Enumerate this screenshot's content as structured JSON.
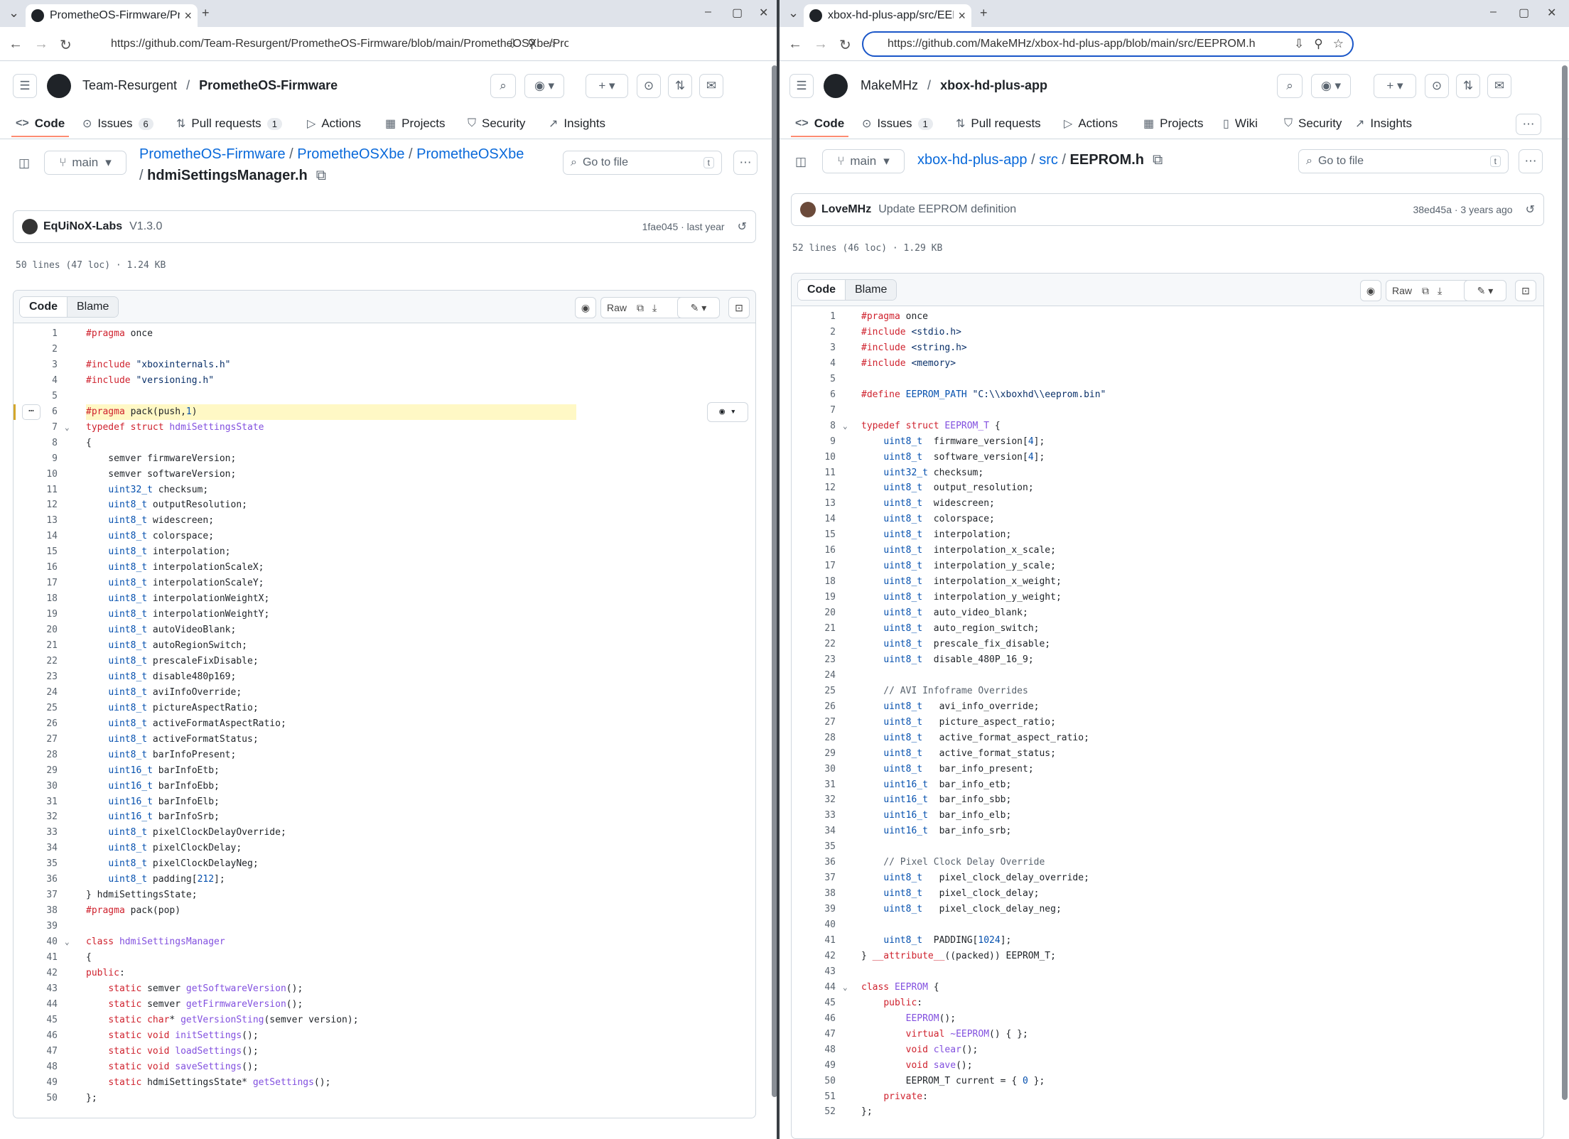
{
  "left": {
    "tab_title": "PrometheOS-Firmware/PrometheOSXbe/PrometheOSXbe/hdmiSettingsManager.h",
    "url": "https://github.com/Team-Resurgent/PrometheOS-Firmware/blob/main/PrometheOSXbe/PrometheOSXbe/hdmiSettingsManager.h",
    "owner": "Team-Resurgent",
    "repo": "PrometheOS-Firmware",
    "tabs": [
      {
        "label": "Code",
        "count": ""
      },
      {
        "label": "Issues",
        "count": "6"
      },
      {
        "label": "Pull requests",
        "count": "1"
      },
      {
        "label": "Actions",
        "count": ""
      },
      {
        "label": "Projects",
        "count": ""
      },
      {
        "label": "Security",
        "count": ""
      },
      {
        "label": "Insights",
        "count": ""
      }
    ],
    "branch": "main",
    "path": [
      "PrometheOS-Firmware",
      "PrometheOSXbe",
      "PrometheOSXbe"
    ],
    "filename": "hdmiSettingsManager.h",
    "goto_placeholder": "Go to file",
    "goto_key": "t",
    "commit_author": "EqUiNoX-Labs",
    "commit_msg": "V1.3.0",
    "commit_meta": "1fae045 · last year",
    "file_meta": "50 lines (47 loc) · 1.24 KB",
    "view_code": "Code",
    "view_blame": "Blame",
    "raw": "Raw",
    "lines": [
      "#pragma once",
      "",
      "#include \"xboxinternals.h\"",
      "#include \"versioning.h\"",
      "",
      "#pragma pack(push,1)",
      "typedef struct hdmiSettingsState",
      "{",
      "    semver firmwareVersion;",
      "    semver softwareVersion;",
      "    uint32_t checksum;",
      "    uint8_t outputResolution;",
      "    uint8_t widescreen;",
      "    uint8_t colorspace;",
      "    uint8_t interpolation;",
      "    uint8_t interpolationScaleX;",
      "    uint8_t interpolationScaleY;",
      "    uint8_t interpolationWeightX;",
      "    uint8_t interpolationWeightY;",
      "    uint8_t autoVideoBlank;",
      "    uint8_t autoRegionSwitch;",
      "    uint8_t prescaleFixDisable;",
      "    uint8_t disable480p169;",
      "    uint8_t aviInfoOverride;",
      "    uint8_t pictureAspectRatio;",
      "    uint8_t activeFormatAspectRatio;",
      "    uint8_t activeFormatStatus;",
      "    uint8_t barInfoPresent;",
      "    uint16_t barInfoEtb;",
      "    uint16_t barInfoEbb;",
      "    uint16_t barInfoElb;",
      "    uint16_t barInfoSrb;",
      "    uint8_t pixelClockDelayOverride;",
      "    uint8_t pixelClockDelay;",
      "    uint8_t pixelClockDelayNeg;",
      "    uint8_t padding[212];",
      "} hdmiSettingsState;",
      "#pragma pack(pop)",
      "",
      "class hdmiSettingsManager",
      "{",
      "public:",
      "    static semver getSoftwareVersion();",
      "    static semver getFirmwareVersion();",
      "    static char* getVersionSting(semver version);",
      "    static void initSettings();",
      "    static void loadSettings();",
      "    static void saveSettings();",
      "    static hdmiSettingsState* getSettings();",
      "};"
    ]
  },
  "right": {
    "tab_title": "xbox-hd-plus-app/src/EEPROM.h",
    "url": "https://github.com/MakeMHz/xbox-hd-plus-app/blob/main/src/EEPROM.h",
    "owner": "MakeMHz",
    "repo": "xbox-hd-plus-app",
    "tabs": [
      {
        "label": "Code",
        "count": ""
      },
      {
        "label": "Issues",
        "count": "1"
      },
      {
        "label": "Pull requests",
        "count": ""
      },
      {
        "label": "Actions",
        "count": ""
      },
      {
        "label": "Projects",
        "count": ""
      },
      {
        "label": "Wiki",
        "count": ""
      },
      {
        "label": "Security",
        "count": ""
      },
      {
        "label": "Insights",
        "count": ""
      }
    ],
    "branch": "main",
    "path": [
      "xbox-hd-plus-app",
      "src"
    ],
    "filename": "EEPROM.h",
    "goto_placeholder": "Go to file",
    "goto_key": "t",
    "commit_author": "LoveMHz",
    "commit_msg": "Update EEPROM definition",
    "commit_meta": "38ed45a · 3 years ago",
    "file_meta": "52 lines (46 loc) · 1.29 KB",
    "view_code": "Code",
    "view_blame": "Blame",
    "raw": "Raw",
    "lines": [
      "#pragma once",
      "#include <stdio.h>",
      "#include <string.h>",
      "#include <memory>",
      "",
      "#define EEPROM_PATH \"C:\\\\xboxhd\\\\eeprom.bin\"",
      "",
      "typedef struct EEPROM_T {",
      "    uint8_t  firmware_version[4];",
      "    uint8_t  software_version[4];",
      "    uint32_t checksum;",
      "    uint8_t  output_resolution;",
      "    uint8_t  widescreen;",
      "    uint8_t  colorspace;",
      "    uint8_t  interpolation;",
      "    uint8_t  interpolation_x_scale;",
      "    uint8_t  interpolation_y_scale;",
      "    uint8_t  interpolation_x_weight;",
      "    uint8_t  interpolation_y_weight;",
      "    uint8_t  auto_video_blank;",
      "    uint8_t  auto_region_switch;",
      "    uint8_t  prescale_fix_disable;",
      "    uint8_t  disable_480P_16_9;",
      "",
      "    // AVI Infoframe Overrides",
      "    uint8_t   avi_info_override;",
      "    uint8_t   picture_aspect_ratio;",
      "    uint8_t   active_format_aspect_ratio;",
      "    uint8_t   active_format_status;",
      "    uint8_t   bar_info_present;",
      "    uint16_t  bar_info_etb;",
      "    uint16_t  bar_info_sbb;",
      "    uint16_t  bar_info_elb;",
      "    uint16_t  bar_info_srb;",
      "",
      "    // Pixel Clock Delay Override",
      "    uint8_t   pixel_clock_delay_override;",
      "    uint8_t   pixel_clock_delay;",
      "    uint8_t   pixel_clock_delay_neg;",
      "",
      "    uint8_t  PADDING[1024];",
      "} __attribute__((packed)) EEPROM_T;",
      "",
      "class EEPROM {",
      "    public:",
      "        EEPROM();",
      "        virtual ~EEPROM() { };",
      "        void clear();",
      "        void save();",
      "        EEPROM_T current = { 0 };",
      "    private:",
      "};"
    ]
  },
  "colors": {
    "keyword": "#cf222e",
    "type": "#0550ae",
    "func": "#8250df",
    "string": "#0a3069",
    "comment": "#59636e",
    "link": "#0969da"
  }
}
